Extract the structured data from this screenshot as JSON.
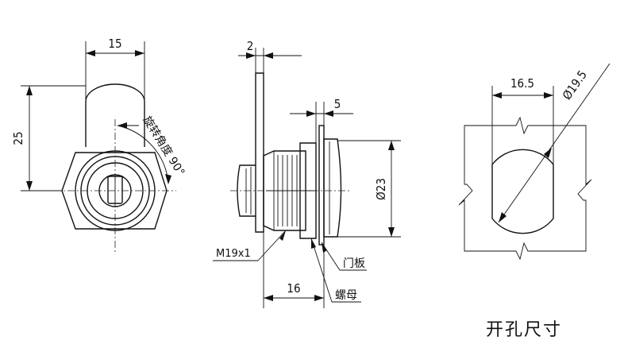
{
  "front_view": {
    "width_dim": "15",
    "height_dim": "25",
    "rotation_note": "旋转角度 90°"
  },
  "side_view": {
    "plate_dim": "2",
    "nut_dim": "5",
    "diameter_dim": "Ø23",
    "thread_label": "M19x1",
    "length_dim": "16",
    "door_panel_label": "门板",
    "nut_label": "螺母"
  },
  "cutout_view": {
    "width_dim": "16.5",
    "diameter_dim": "Ø19.5",
    "title": "开孔尺寸"
  }
}
